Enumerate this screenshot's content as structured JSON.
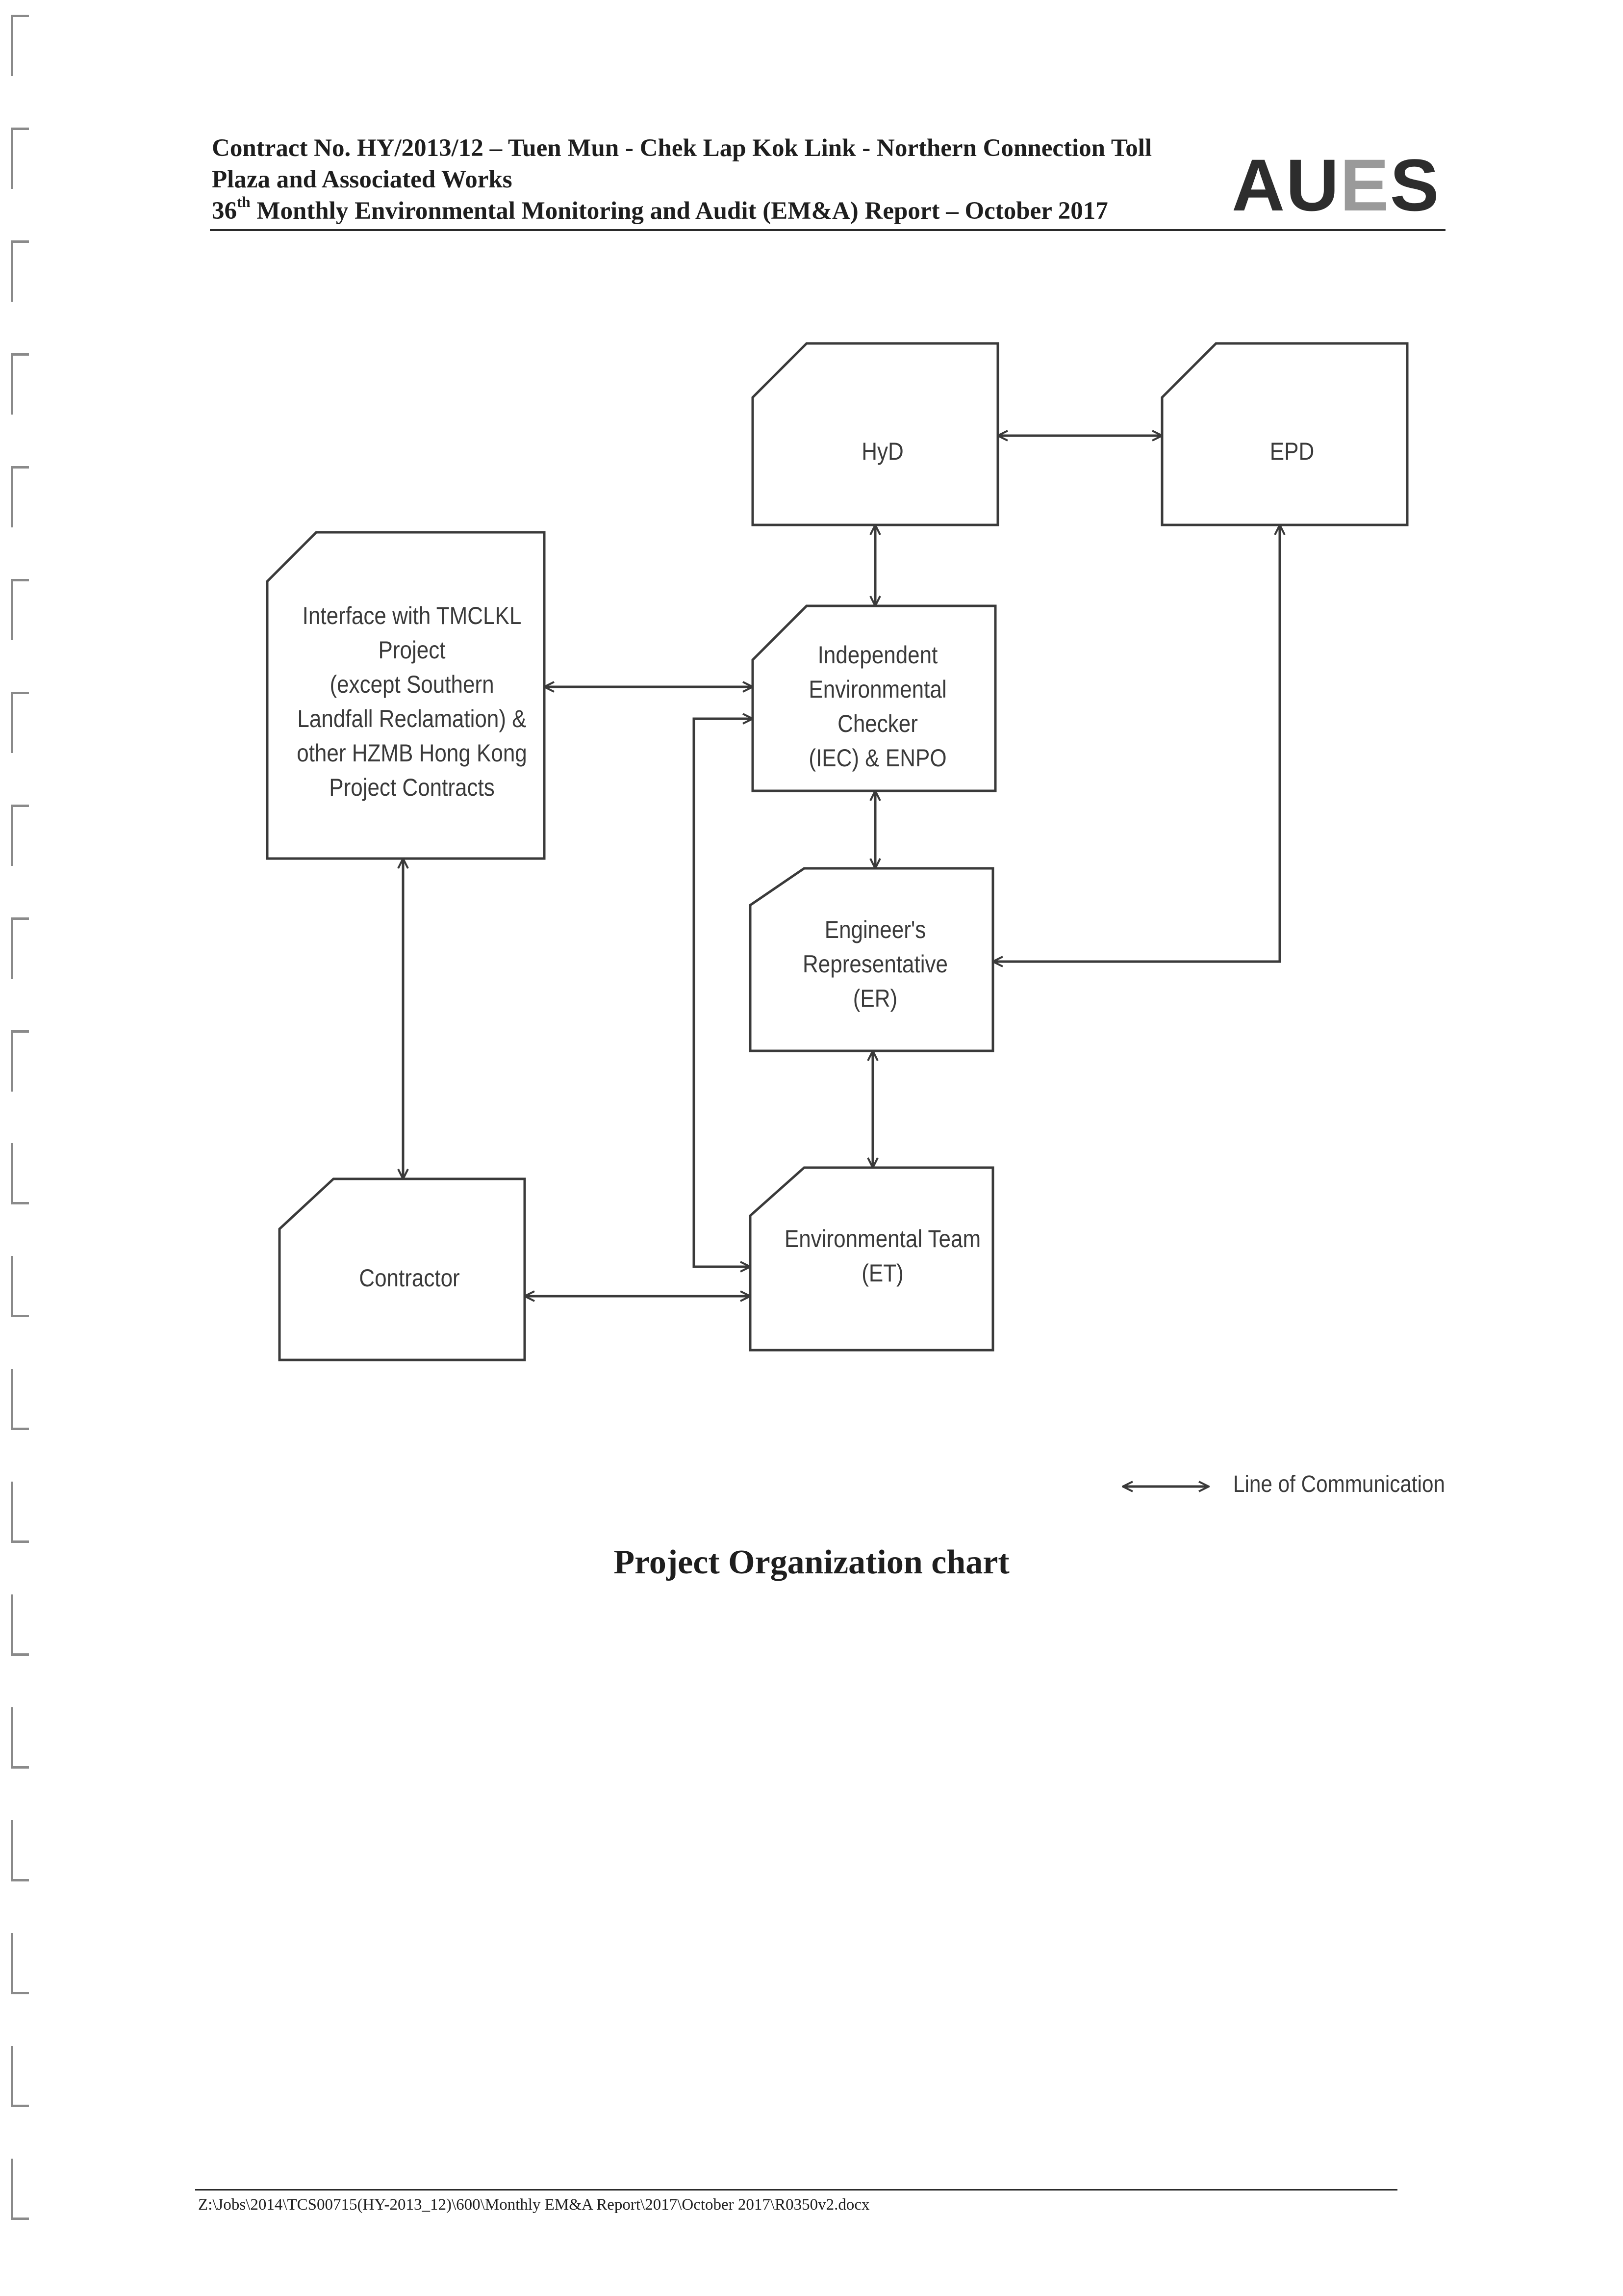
{
  "header": {
    "line1": "Contract No. HY/2013/12 – Tuen Mun - Chek Lap Kok Link - Northern Connection Toll",
    "line2": "Plaza and Associated Works",
    "line3_number": "36",
    "line3_suffix": "th",
    "line3_rest": " Monthly Environmental Monitoring and Audit (EM&A) Report – October 2017",
    "logo_dark": "AU",
    "logo_light": "E",
    "logo_dark2": "S"
  },
  "diagram": {
    "nodes": {
      "hyd": "HyD",
      "epd": "EPD",
      "interface": [
        "Interface with TMCLKL",
        "Project",
        "(except Southern",
        "Landfall Reclamation) &",
        "other HZMB Hong Kong",
        "Project Contracts"
      ],
      "iec": [
        "Independent",
        "Environmental",
        "Checker",
        "(IEC) & ENPO"
      ],
      "er": [
        "Engineer's",
        "Representative",
        "(ER)"
      ],
      "contractor": "Contractor",
      "et": [
        "Environmental Team",
        "(ET)"
      ]
    },
    "legend": "Line of Communication"
  },
  "caption": "Project Organization chart",
  "footer": "Z:\\Jobs\\2014\\TCS00715(HY-2013_12)\\600\\Monthly EM&A Report\\2017\\October 2017\\R0350v2.docx",
  "colors": {
    "ink": "#1e1e1e",
    "box": "#3a3a3a",
    "logo_dark": "#2d2d2d",
    "logo_light": "#9a9a9a"
  }
}
